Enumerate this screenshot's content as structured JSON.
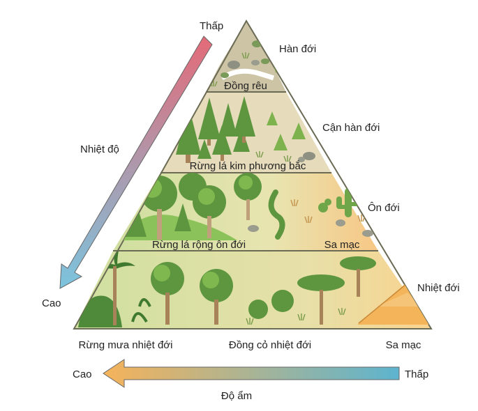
{
  "temperature_axis": {
    "label": "Nhiệt độ",
    "low_label": "Thấp",
    "high_label": "Cao",
    "colors": {
      "low": "#e46a78",
      "high": "#7bc4de"
    }
  },
  "humidity_axis": {
    "label": "Độ ẩm",
    "low_label": "Thấp",
    "high_label": "Cao",
    "colors": {
      "high": "#f6b35a",
      "low": "#5db4cf"
    }
  },
  "zones": {
    "polar": "Hàn đới",
    "subpolar": "Cận hàn đới",
    "temperate": "Ôn đới",
    "tropical": "Nhiệt đới"
  },
  "biomes": {
    "tundra": "Đồng rêu",
    "taiga": "Rừng lá kim phương bắc",
    "temperate_forest": "Rừng lá rộng ôn đới",
    "temperate_desert": "Sa mạc",
    "tropical_rainforest": "Rừng mưa nhiệt đới",
    "savanna": "Đồng cỏ nhiệt đới",
    "tropical_desert": "Sa mạc"
  },
  "palette": {
    "tundra": "#cfc6a8",
    "taiga": "#e6dcbc",
    "temperate": "#dce6b0",
    "tropical": "#d8e2a4",
    "desert": "#f7c785",
    "outline": "#6b6b55",
    "tree_dark": "#4e8a3a",
    "tree_light": "#78b24a",
    "trunk": "#a8835a"
  }
}
